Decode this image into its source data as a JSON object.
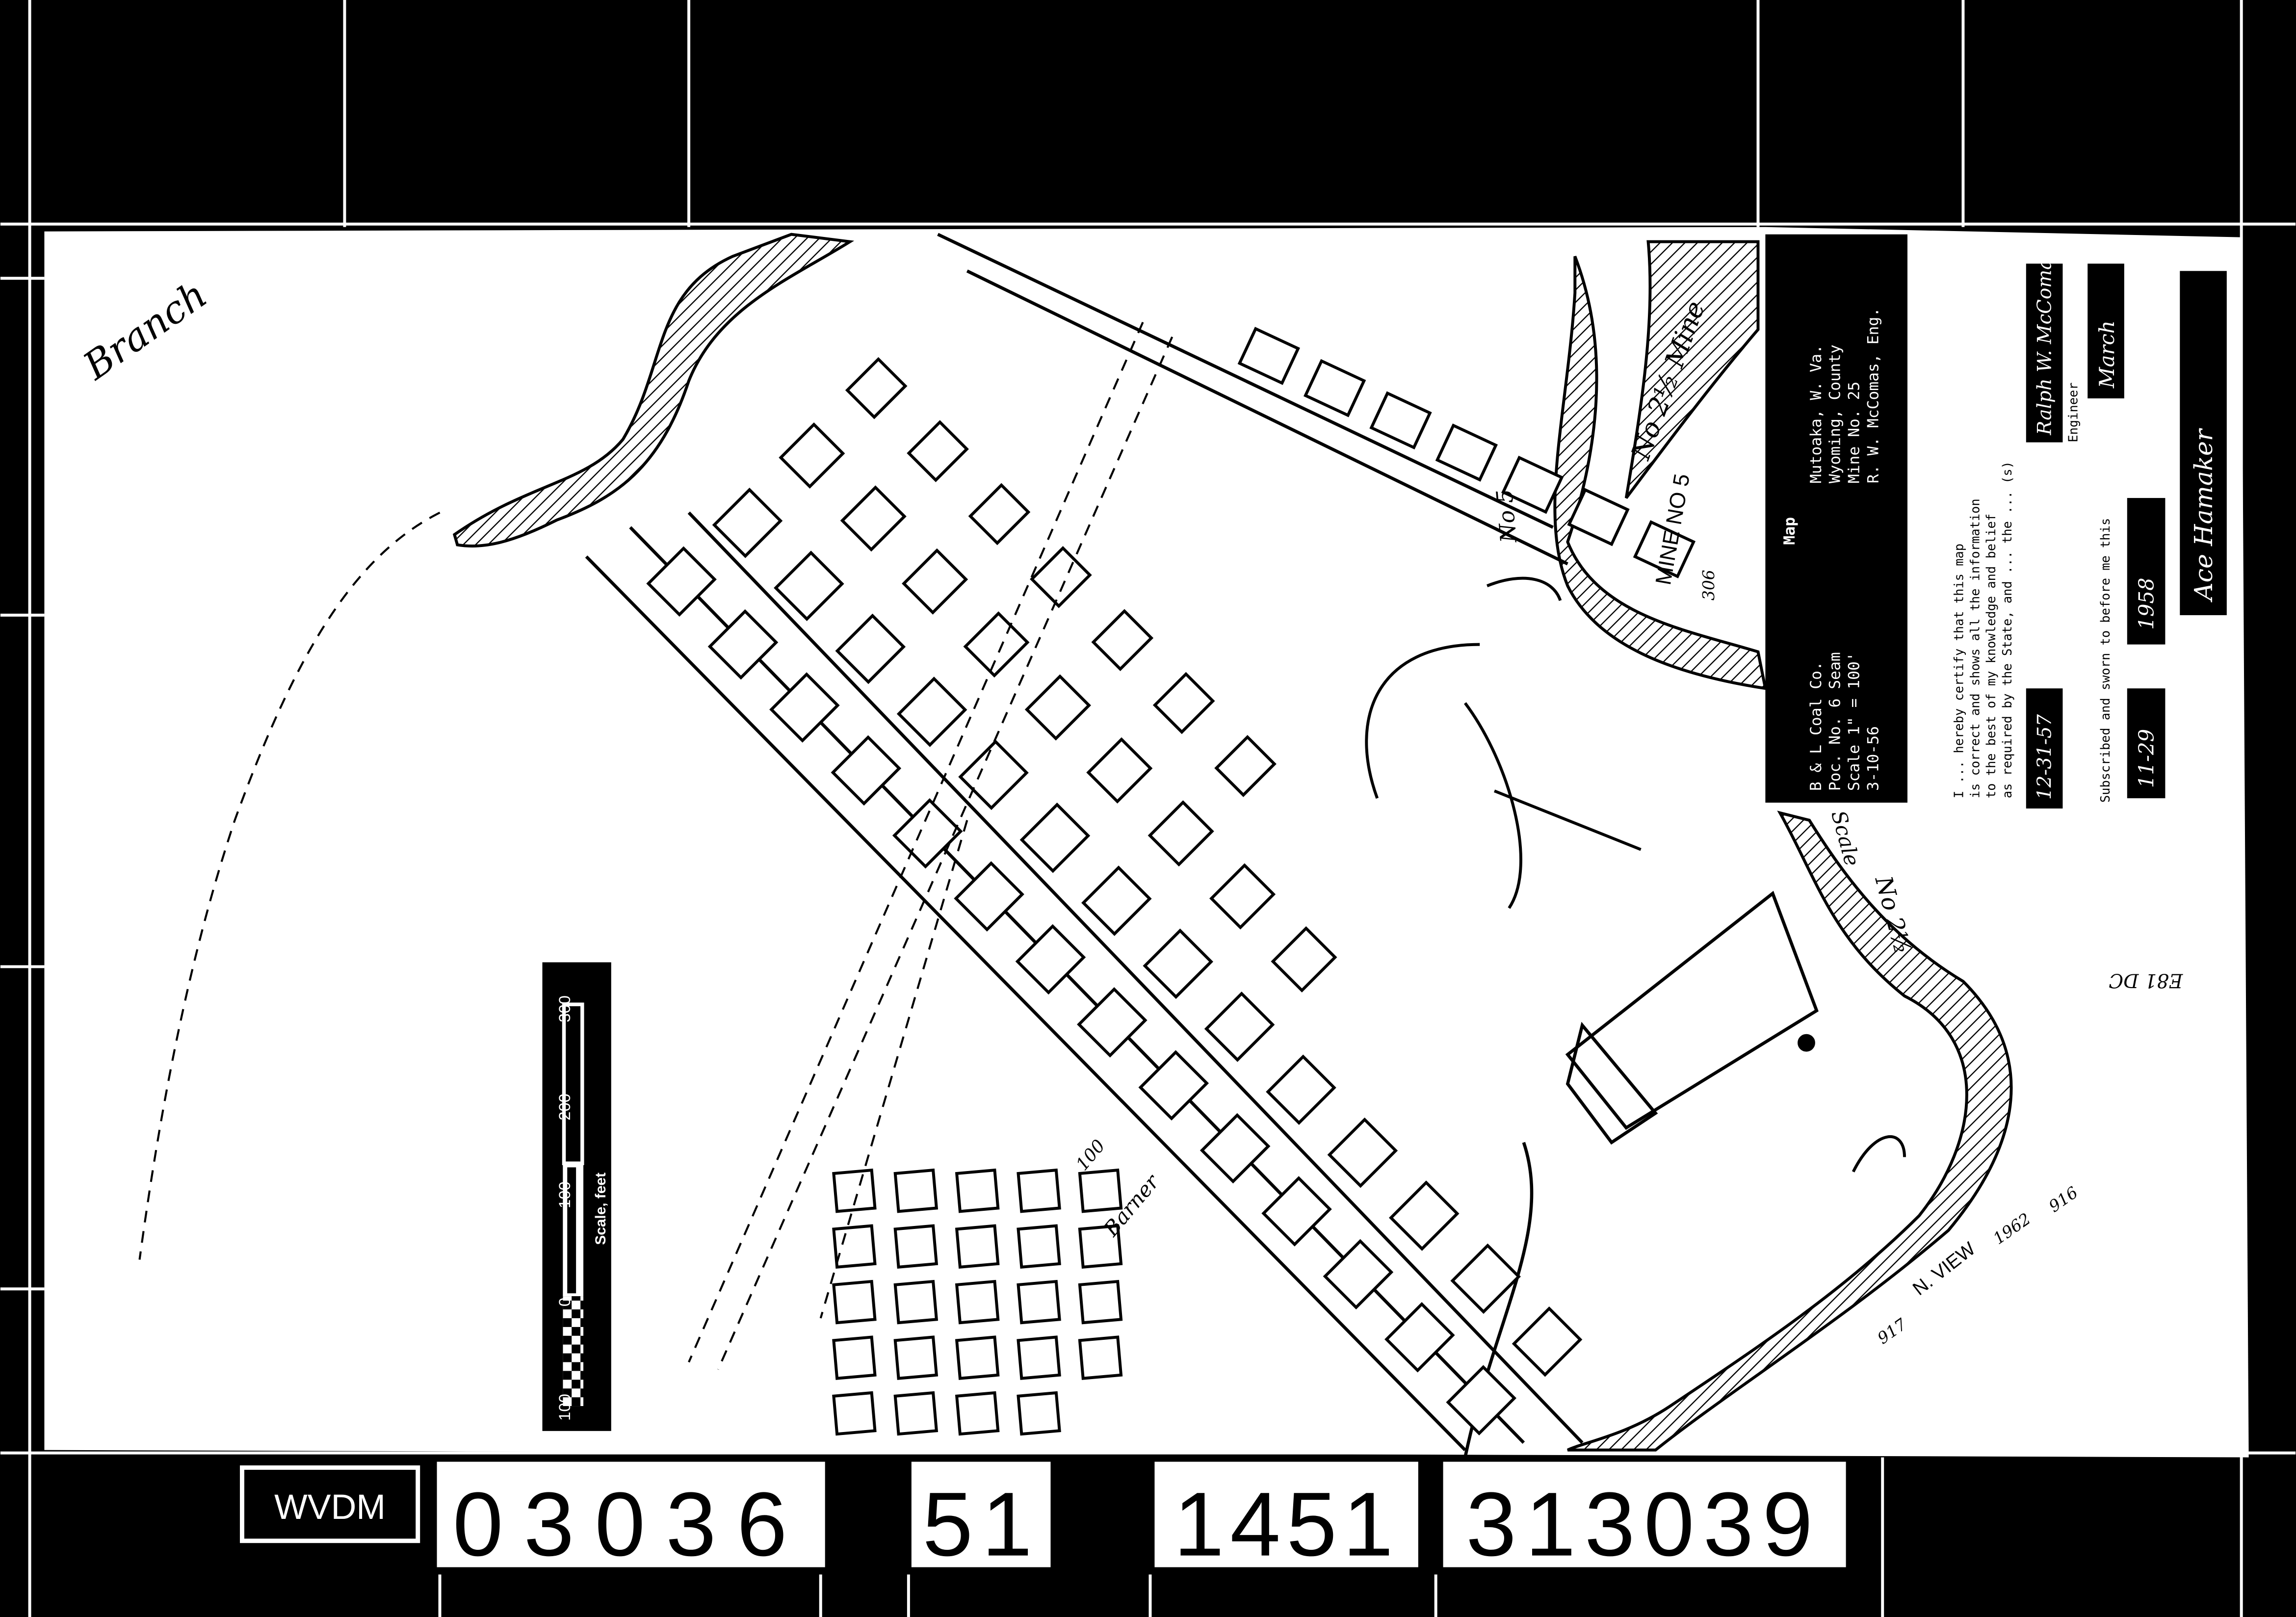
{
  "colors": {
    "paper": "#ffffff",
    "ink": "#000000",
    "frame": "#000000"
  },
  "title_block": {
    "left_lines": [
      "B & L Coal Co.",
      "Poc. No. 6 Seam",
      "Scale 1\" = 100'",
      "3-10-56"
    ],
    "heading": "Map",
    "right_lines": [
      "Mutoaka, W. Va.",
      "Wyoming, County",
      "Mine No. 25",
      "R. W. McComas, Eng."
    ]
  },
  "certification": {
    "lines": [
      "I ... hereby certify that this map",
      "is correct and shows all the information",
      "to the best of my knowledge and belief",
      "as required by the State, and ... the ... (s)",
      "Engineer",
      "Subscribed and sworn to before me this"
    ],
    "date_signed": "12-31-57",
    "engineer_signature": "Ralph W. McComas",
    "month": "March",
    "year": "1958",
    "day": "11-29",
    "notary_signature": "Ace Hamaker"
  },
  "scale_bar": {
    "ticks": [
      "100",
      "0",
      "100",
      "200",
      "300"
    ],
    "label": "Scale, feet"
  },
  "map_labels": {
    "branch": "Branch",
    "mine_no_2_half": "No 2½ Mine",
    "mine_no_5": "MINE NO 5",
    "mine_no_5_b": "No 5",
    "barner": "Barner",
    "nicview": "N. VIEW",
    "elev_1": "916",
    "elev_2": "917",
    "year_label": "1962",
    "elev_306": "306",
    "scale_note": "Scale",
    "no_2_label": "No 2½",
    "number_100": "100",
    "e81_label": "E81 DC"
  },
  "film_strip": {
    "agency": "WVDM",
    "fields": [
      "03036",
      "51",
      "1451",
      "313039"
    ]
  }
}
